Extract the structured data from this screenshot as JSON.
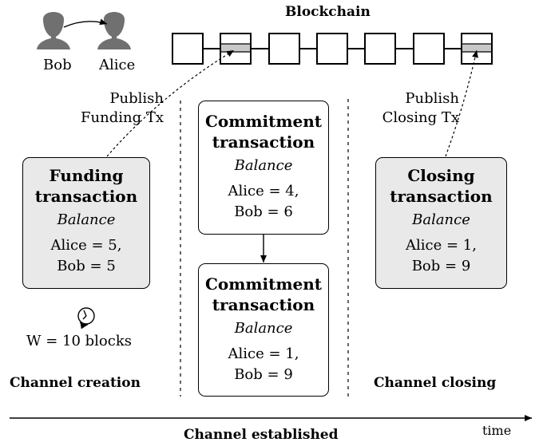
{
  "header": {
    "title": "Blockchain"
  },
  "people": {
    "bob": "Bob",
    "alice": "Alice"
  },
  "funding": {
    "publish_line1": "Publish",
    "publish_line2": "Funding Tx",
    "title_line1": "Funding",
    "title_line2": "transaction",
    "balance_label": "Balance",
    "alice": "Alice = 5,",
    "bob": "Bob = 5",
    "timer_label": "W = 10 blocks"
  },
  "commitment1": {
    "title_line1": "Commitment",
    "title_line2": "transaction",
    "balance_label": "Balance",
    "alice": "Alice = 4,",
    "bob": "Bob = 6"
  },
  "commitment2": {
    "title_line1": "Commitment",
    "title_line2": "transaction",
    "balance_label": "Balance",
    "alice": "Alice = 1,",
    "bob": "Bob = 9"
  },
  "closing": {
    "publish_line1": "Publish",
    "publish_line2": "Closing Tx",
    "title_line1": "Closing",
    "title_line2": "transaction",
    "balance_label": "Balance",
    "alice": "Alice = 1,",
    "bob": "Bob = 9"
  },
  "phases": {
    "creation": "Channel creation",
    "closing": "Channel closing",
    "established": "Channel established"
  },
  "axis": {
    "time_label": "time"
  },
  "colors": {
    "box_fill": "#e9e9e9",
    "person_fill": "#707070",
    "highlight": "#c8c8c8"
  },
  "icons": {
    "person": "person-silhouette-icon",
    "clock": "clock-icon"
  }
}
